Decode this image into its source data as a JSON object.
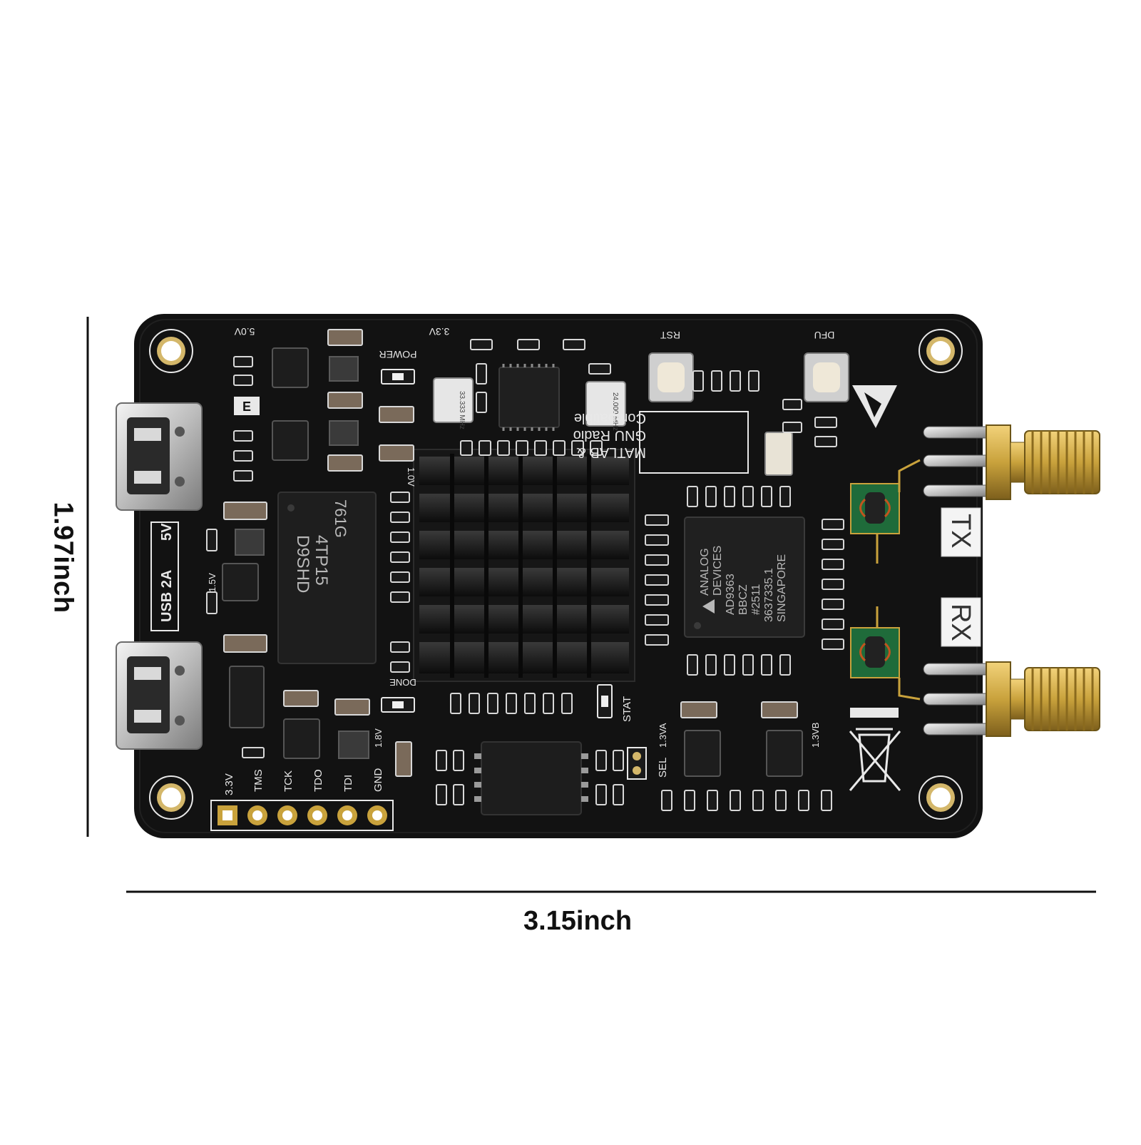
{
  "dimensions": {
    "width_label": "3.15inch",
    "height_label": "1.97inch"
  },
  "silkscreen": {
    "v50": "5.0V",
    "power": "POWER",
    "v33_top": "3.3V",
    "rst": "RST",
    "dfu": "DFU",
    "compat_line1": "MATLAB &",
    "compat_line2": "GNU Radio",
    "compat_line3": "Compatible",
    "usb": "USB 2A",
    "usb_v": "5V",
    "e_mark": "E",
    "v15": "1.5V",
    "v10": "1.0V",
    "done": "DONE",
    "stat": "STAT",
    "v18": "1.8V",
    "sel": "SEL",
    "v13va": "1.3VA",
    "v13vb": "1.3VB",
    "tx": "TX",
    "rx": "RX"
  },
  "jtag_pins": [
    "3.3V",
    "TMS",
    "TCK",
    "TDO",
    "TDI",
    "GND"
  ],
  "chips": {
    "adi_lines": [
      "ANALOG",
      "DEVICES",
      "AD9363",
      "BBCZ",
      "#2511",
      "3637335.1",
      "SINGAPORE"
    ],
    "ram_lines": [
      "761G",
      "4TP15",
      "D9SHD"
    ],
    "osc1": "33.333 MHz",
    "osc2": "24.000 MHz"
  },
  "colors": {
    "pcb": "#121212",
    "silkscreen": "#e8e8e8",
    "gold": "#c9a23c",
    "heatsink": "#1b1b1b",
    "rf_board": "#1f6b3a"
  },
  "icons": {
    "esd": "esd-warning-icon",
    "weee": "weee-bin-icon"
  }
}
